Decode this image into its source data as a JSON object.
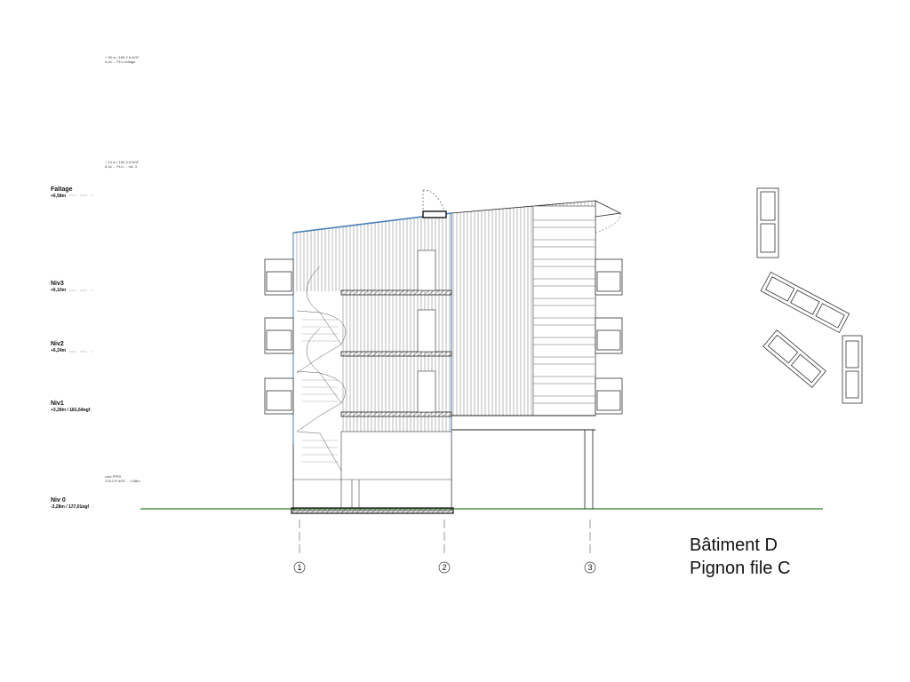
{
  "levels": [
    {
      "name": "Faîtage",
      "elevation": "+6,58m"
    },
    {
      "name": "Niv3",
      "elevation": "+6,10m"
    },
    {
      "name": "Niv2",
      "elevation": "+6,24m"
    },
    {
      "name": "Niv1",
      "elevation": "+3,28m / 181,64ngf"
    },
    {
      "name": "Niv 0",
      "elevation": "-3,28m / 177,01ngf"
    }
  ],
  "notes": {
    "top": [
      "+ 30 m / 189,2 ft NGF",
      "6,44 ... PLU faîtage"
    ],
    "mid": [
      "+ 10 m / 182,3 ft NGF",
      "6,44 ... PLU ... niv. 3"
    ],
    "low": [
      "cote PPRI",
      "178,2 ft NGF ... 0,58m"
    ]
  },
  "axes": [
    "1",
    "2",
    "3"
  ],
  "title": {
    "line1": "Bâtiment D",
    "line2": "Pignon file C"
  },
  "colors": {
    "ground": "#2e7d2e",
    "roof_edge": "#4a7fb5",
    "line": "#222222"
  }
}
